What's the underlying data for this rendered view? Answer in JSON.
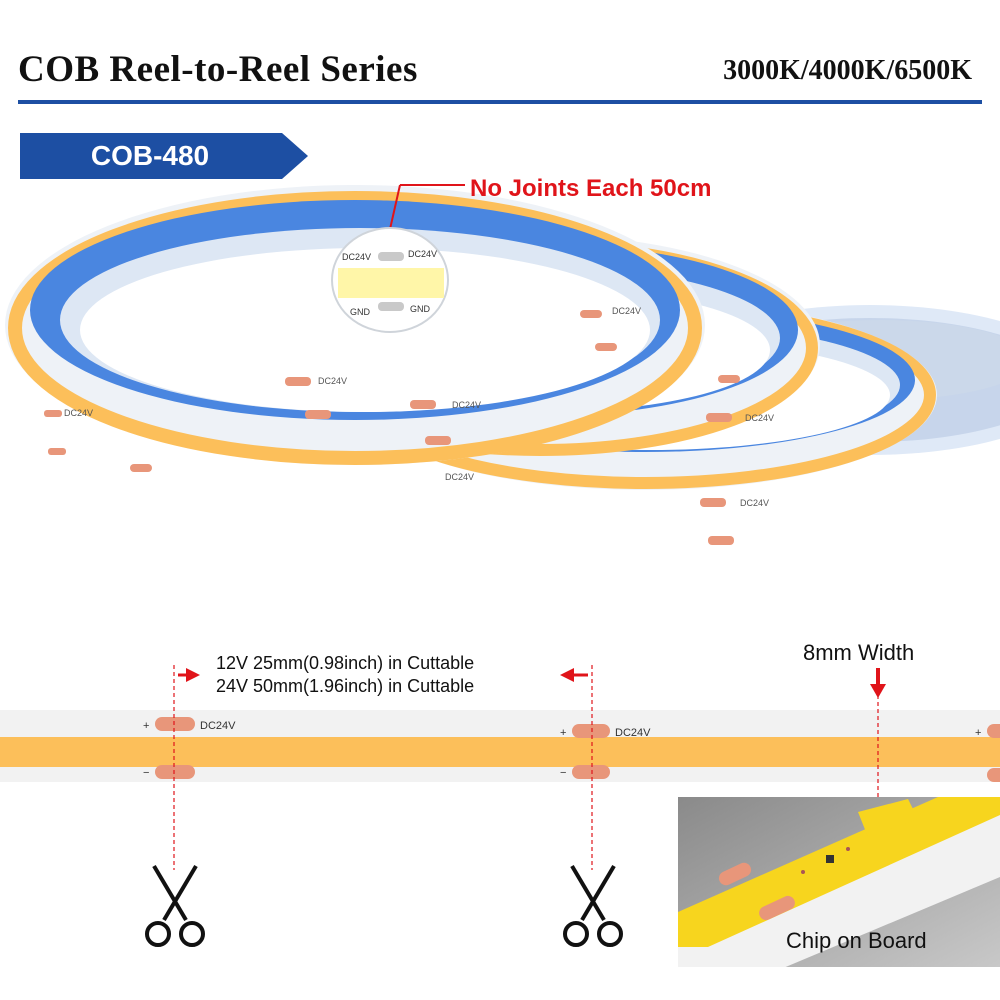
{
  "header": {
    "title": "COB Reel-to-Reel Series",
    "color_temps": "3000K/4000K/6500K"
  },
  "model_badge": {
    "label": "COB-480",
    "color": "#1d4fa3"
  },
  "callout": {
    "joints": "No Joints Each 50cm",
    "color": "#e0141a"
  },
  "strip_labels": {
    "voltage": "DC24V",
    "plus": "+",
    "minus": "−",
    "gnd": "GND"
  },
  "cut_info": {
    "line_12v": "12V 25mm(0.98inch) in Cuttable",
    "line_24v": "24V 50mm(1.96inch) in Cuttable"
  },
  "width_label": "8mm Width",
  "inset_label": "Chip on Board",
  "colors": {
    "led_orange": "#fcbf5a",
    "pad_copper": "#e8967a",
    "reel_blue": "#4a86e0",
    "inset_yellow": "#f7d51e"
  },
  "icons": [
    "scissors-icon",
    "arrow-down-icon",
    "arrow-right-icon",
    "arrow-left-icon"
  ]
}
